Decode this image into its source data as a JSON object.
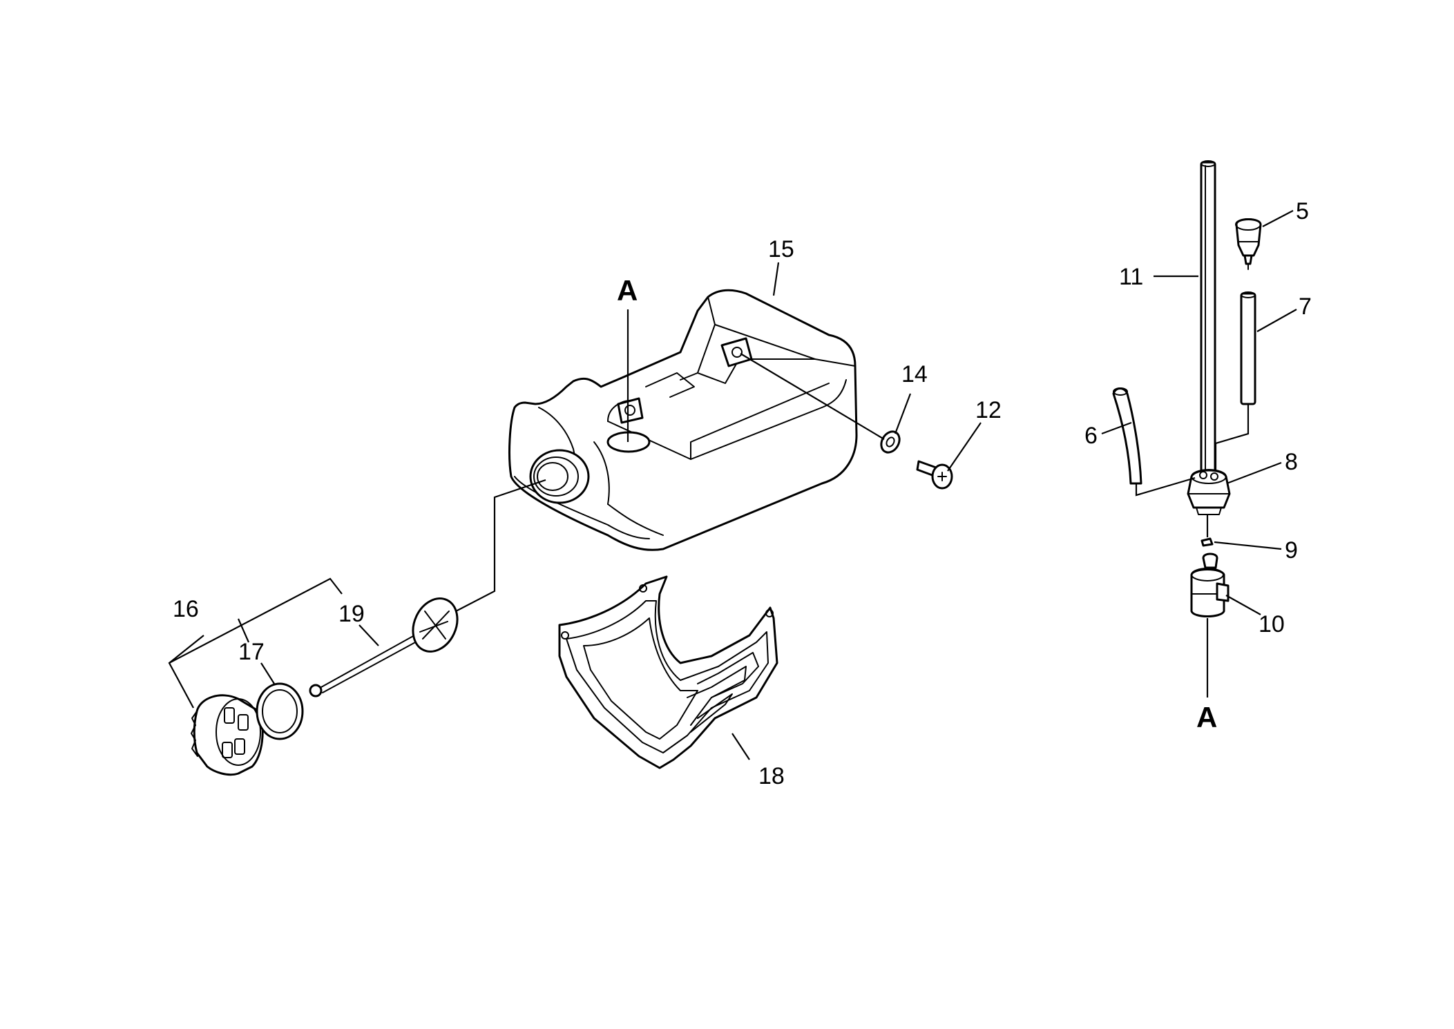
{
  "callouts": {
    "c5": "5",
    "c6": "6",
    "c7": "7",
    "c8": "8",
    "c9": "9",
    "c10": "10",
    "c11": "11",
    "c12": "12",
    "c14": "14",
    "c15": "15",
    "c16": "16",
    "c17": "17",
    "c18": "18",
    "c19": "19"
  },
  "refs": {
    "tank": "A",
    "pickup": "A"
  }
}
